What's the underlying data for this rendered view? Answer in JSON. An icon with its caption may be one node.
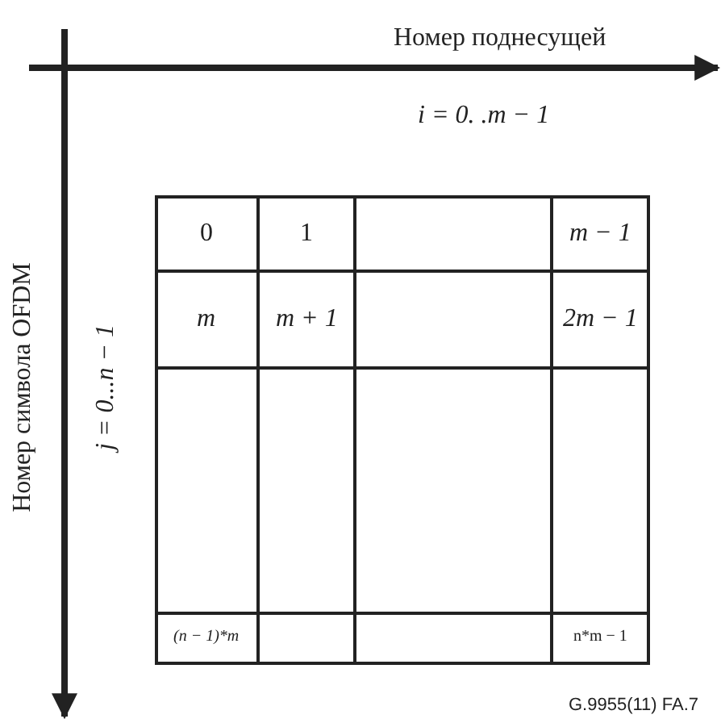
{
  "diagram": {
    "labels": [
      "Номер поднесущей",
      "i = 0. .m − 1",
      "Номер символа OFDM",
      "j = 0...n − 1",
      "0",
      "1",
      "m − 1",
      "m",
      "m + 1",
      "2m − 1",
      "(n − 1)*m",
      "n*m − 1",
      "G.9955(11) FA.7"
    ]
  }
}
